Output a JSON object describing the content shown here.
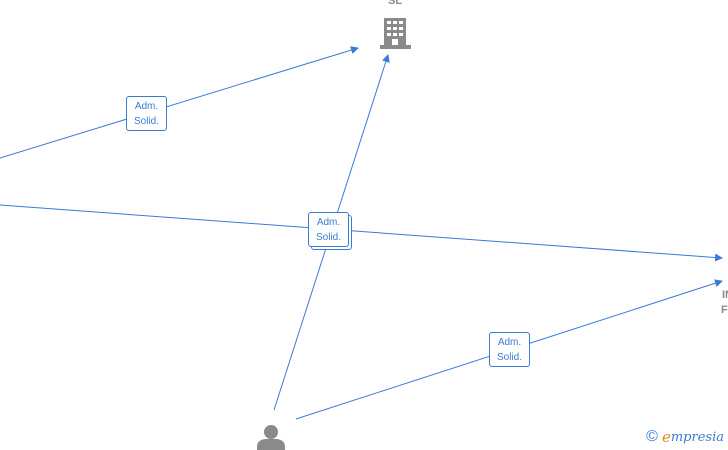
{
  "nodes": {
    "company_top": {
      "label": "SL"
    },
    "company_right": {
      "label_line1": "IN",
      "label_line2": "F"
    }
  },
  "edge_labels": [
    {
      "line1": "Adm.",
      "line2": "Solid."
    },
    {
      "line1": "Adm.",
      "line2": "Solid."
    },
    {
      "line1": "Adm.",
      "line2": "Solid."
    }
  ],
  "branding": {
    "copyright": "©",
    "name_first": "e",
    "name_rest": "mpresia"
  },
  "colors": {
    "edge": "#3a7bd5",
    "node_icon": "#8a8a8a",
    "brand_accent": "#e08a1e"
  }
}
